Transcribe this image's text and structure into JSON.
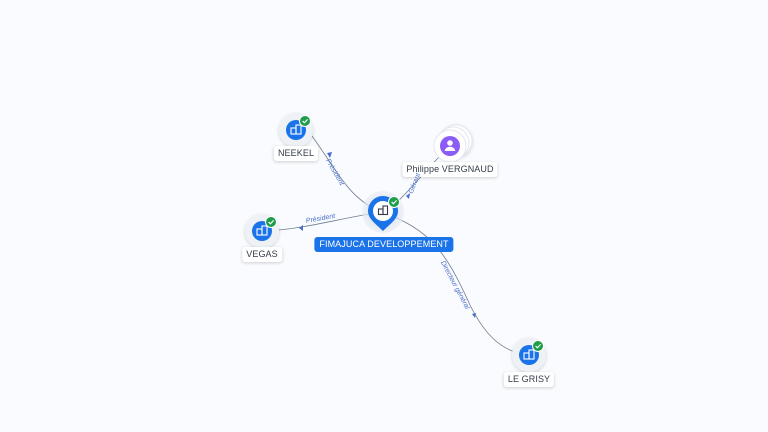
{
  "colors": {
    "company": "#1a73e8",
    "person": "#8b5cf6",
    "verified": "#1e9e4a",
    "edge": "#6f7c91",
    "edge_label": "#4a6fc9"
  },
  "center_node": {
    "label": "FIMAJUCA DEVELOPPEMENT",
    "icon": "company-icon",
    "verified": true
  },
  "nodes": [
    {
      "id": "neekel",
      "label": "NEEKEL",
      "type": "company",
      "icon": "company-icon",
      "verified": true
    },
    {
      "id": "vegas",
      "label": "VEGAS",
      "type": "company",
      "icon": "company-icon",
      "verified": true
    },
    {
      "id": "vergnaud",
      "label": "Philippe VERGNAUD",
      "type": "person",
      "icon": "person-icon",
      "verified": false
    },
    {
      "id": "legrisy",
      "label": "LE GRISY",
      "type": "company",
      "icon": "company-icon",
      "verified": true
    }
  ],
  "edges": [
    {
      "target": "neekel",
      "label": "Président"
    },
    {
      "target": "vegas",
      "label": "Président"
    },
    {
      "target": "vergnaud",
      "label": "Gérant"
    },
    {
      "target": "legrisy",
      "label": "Directeur général"
    }
  ]
}
